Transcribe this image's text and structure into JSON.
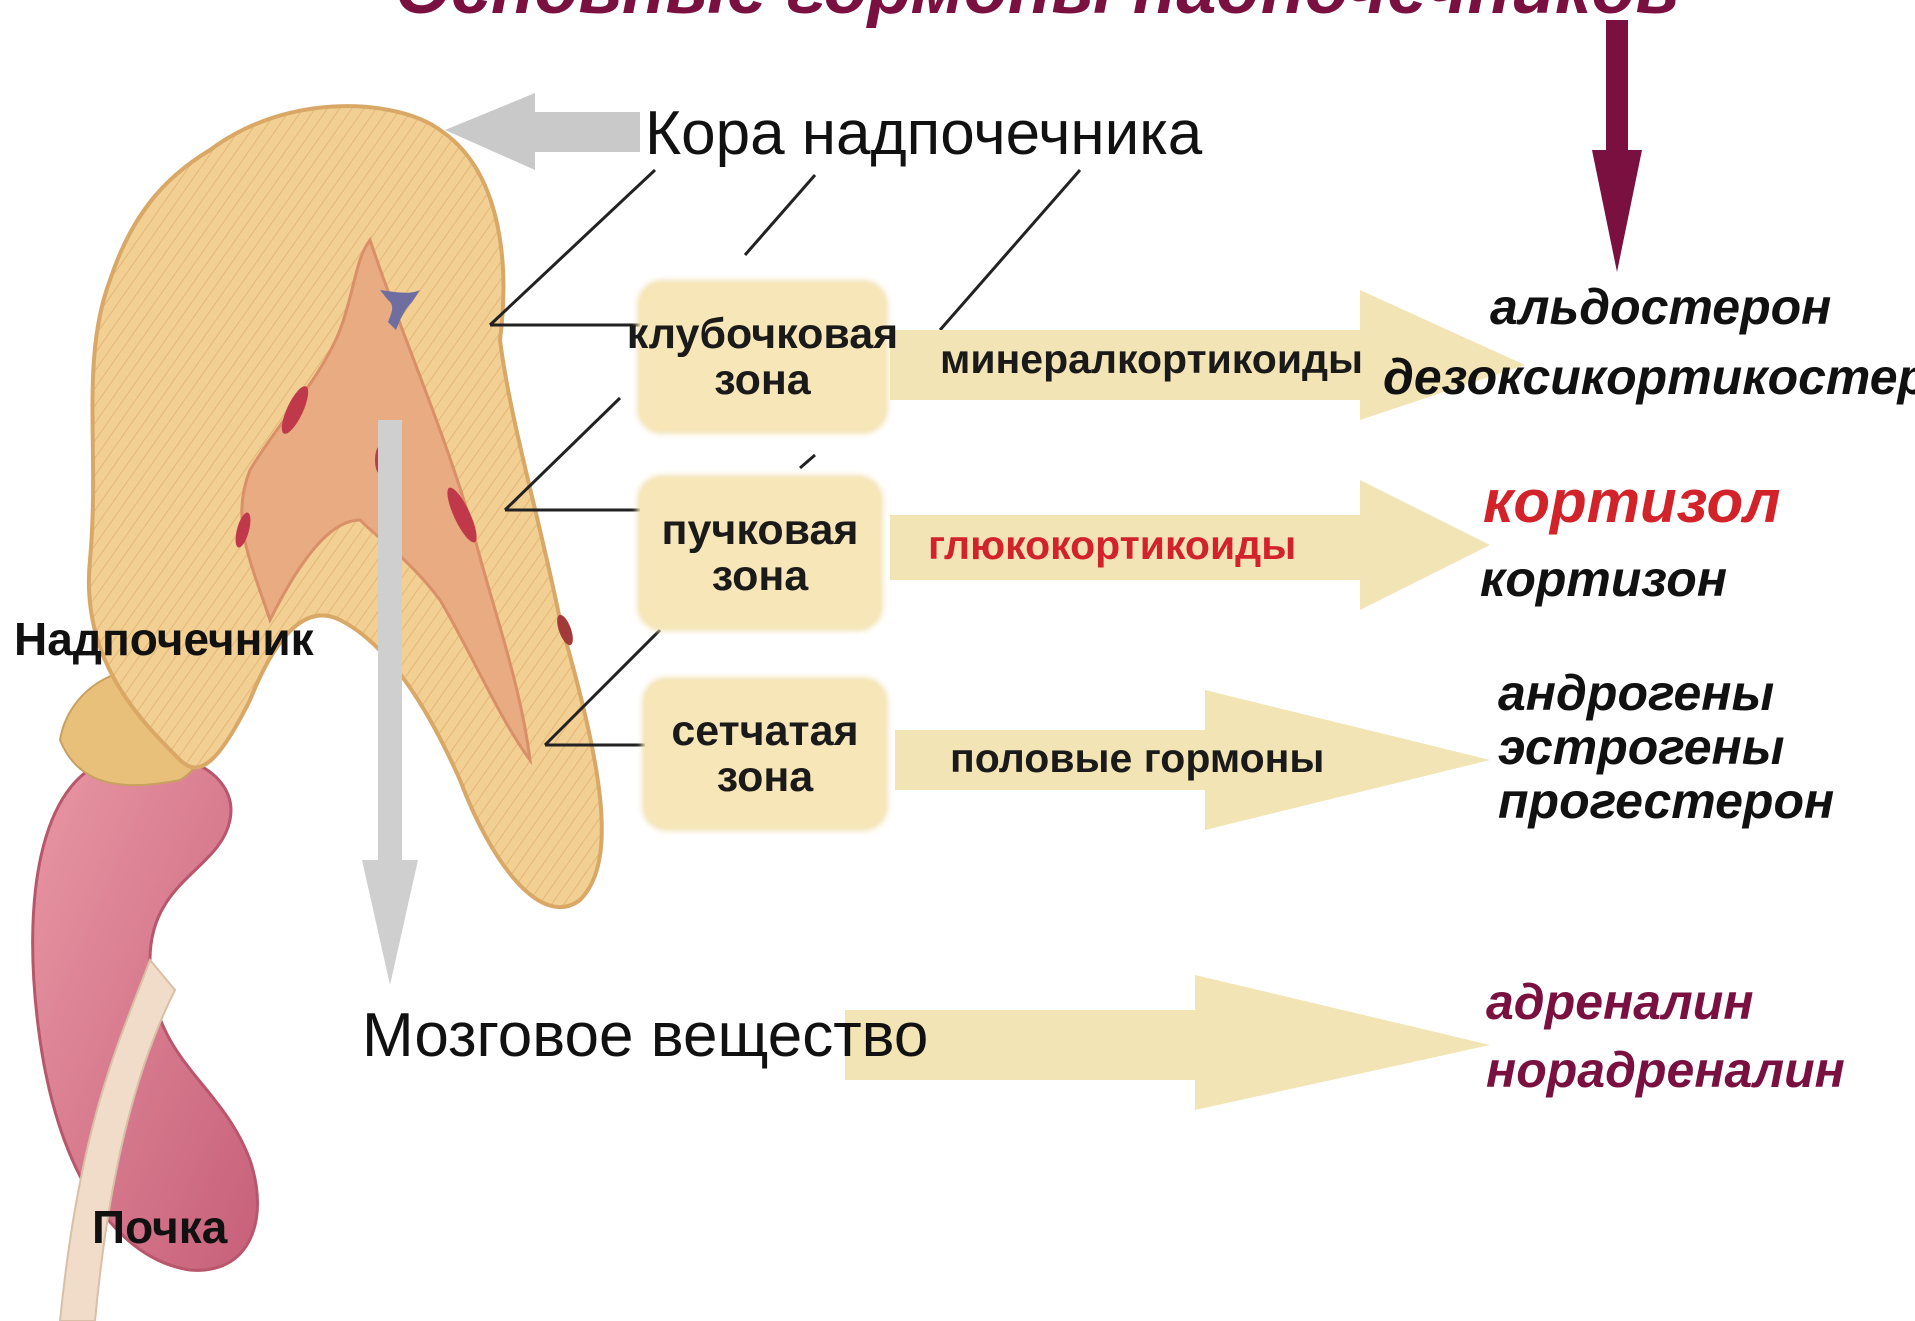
{
  "title_partial": "Основные гормоны надпочечников",
  "labels": {
    "cortex": "Кора надпочечника",
    "adrenal": "Надпочечник",
    "medulla": "Мозговое вещество",
    "kidney": "Почка"
  },
  "zones": [
    {
      "line1": "клубочковая",
      "line2": "зона",
      "group": "минералкортикоиды",
      "hormones": [
        "альдостерон",
        "дезоксикортикостерон"
      ]
    },
    {
      "line1": "пучковая",
      "line2": "зона",
      "group": "глюкокортикоиды",
      "hormones": [
        "кортизол",
        "кортизон"
      ]
    },
    {
      "line1": "сетчатая",
      "line2": "зона",
      "group": "половые гормоны",
      "hormones": [
        "андрогены",
        "эстрогены",
        "прогестерон"
      ]
    }
  ],
  "medulla_hormones": [
    "адреналин",
    "норадреналин"
  ],
  "colors": {
    "gland": "#f0c98a",
    "gland_inner": "#e8a87c",
    "kidney": "#d9788a",
    "arrow_fill": "#f3e4b5",
    "box_fill": "#f7e7b8",
    "accent_red": "#d2232a",
    "accent_maroon": "#7a1040",
    "gray_arrow": "#c8c8c8"
  }
}
